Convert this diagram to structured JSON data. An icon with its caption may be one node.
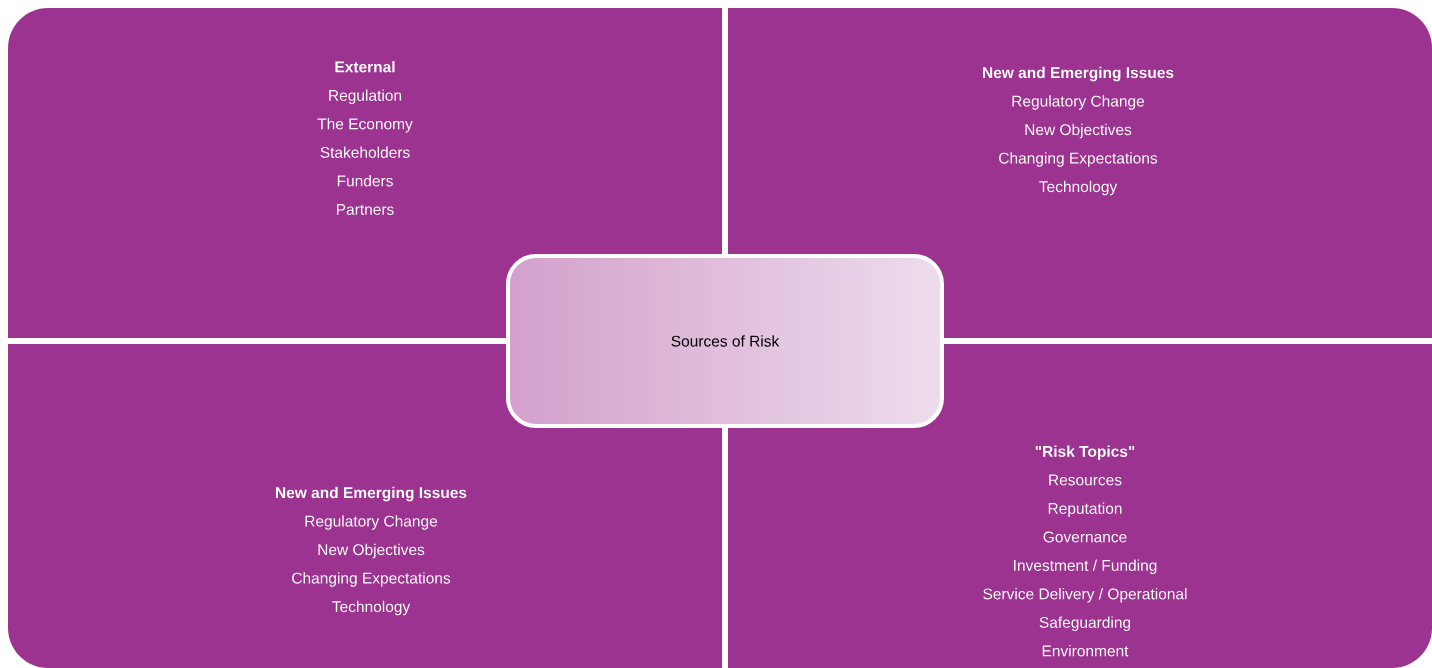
{
  "diagram": {
    "nodes": [
      {
        "text": [
          "External",
          "Regulation",
          "The Economy",
          "Stakeholders",
          "Funders",
          "Partners"
        ]
      },
      {
        "text": [
          "New and Emerging Issues",
          "Regulatory Change",
          "New Objectives",
          "Changing Expectations",
          "Technology"
        ]
      },
      {
        "text": [
          "Sources of Risk"
        ]
      },
      {
        "text": [
          "New and Emerging Issues",
          "Regulatory Change",
          "New Objectives",
          "Changing Expectations",
          "Technology"
        ]
      },
      {
        "text": [
          "\"Risk Topics\"",
          "Resources",
          "Reputation",
          "Governance",
          "Investment / Funding",
          "Service Delivery / Operational",
          "Safeguarding",
          "Environment"
        ]
      }
    ]
  }
}
